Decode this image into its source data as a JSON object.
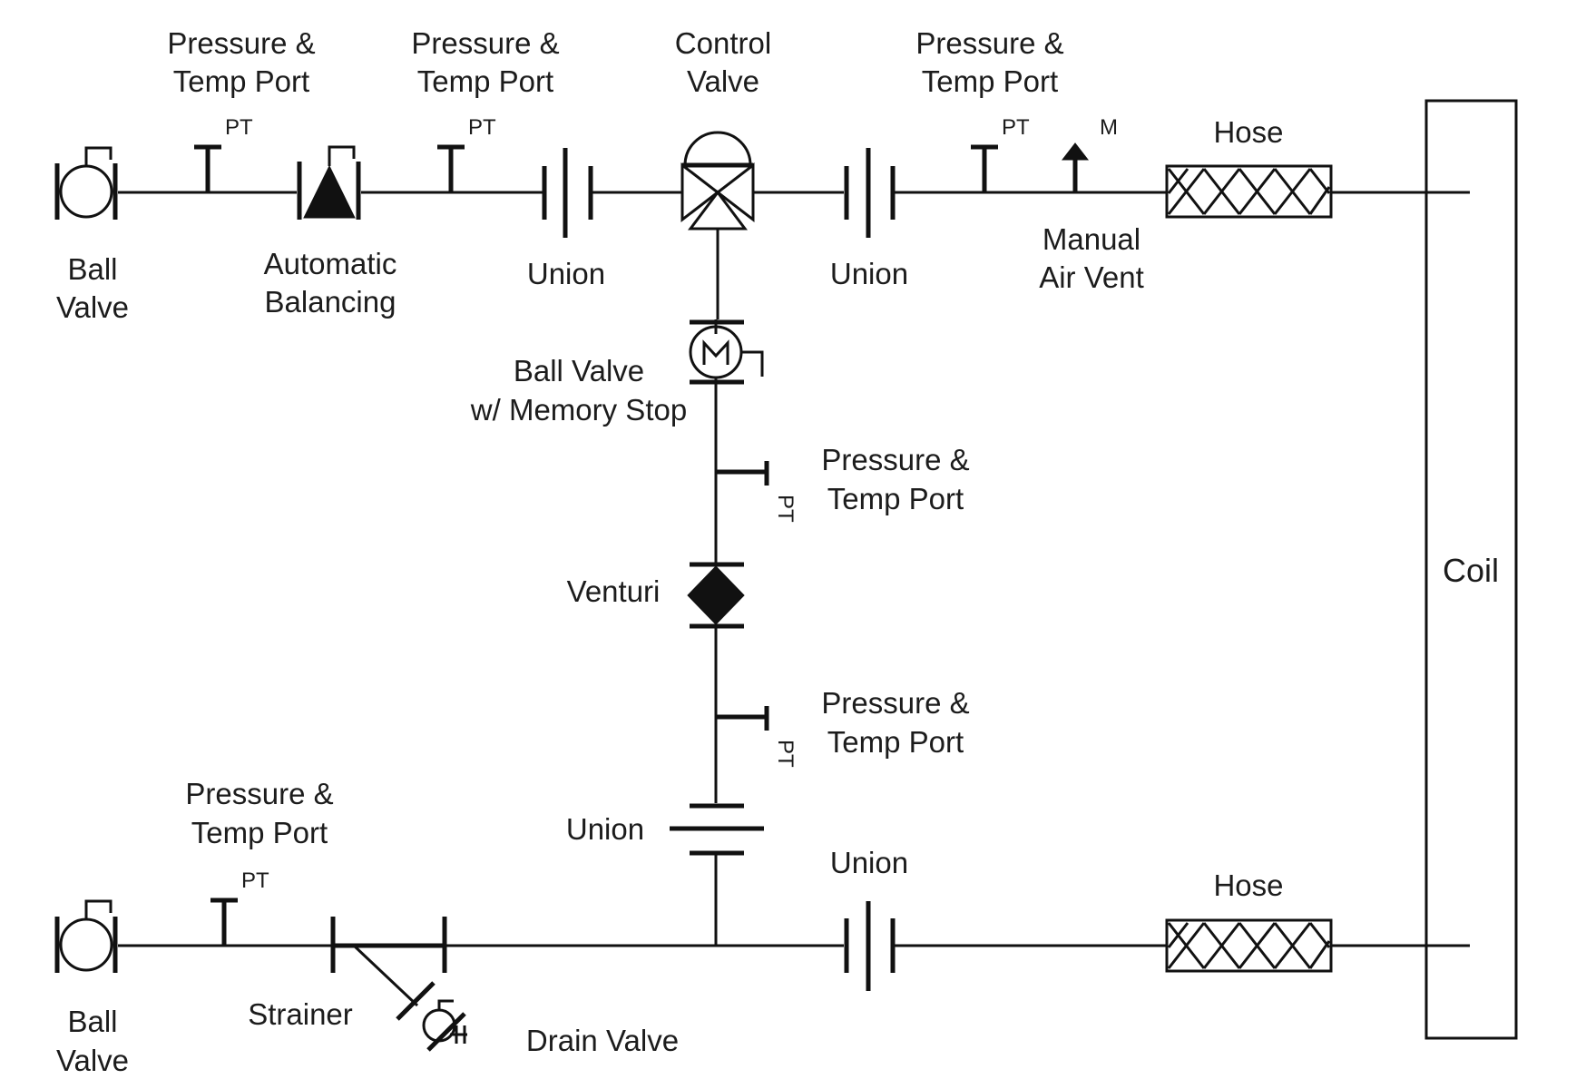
{
  "labels": {
    "pt_port_1": [
      "Pressure &",
      "Temp Port"
    ],
    "pt_port_2": [
      "Pressure &",
      "Temp Port"
    ],
    "control_valve": [
      "Control",
      "Valve"
    ],
    "pt_port_3": [
      "Pressure &",
      "Temp Port"
    ],
    "hose_top": "Hose",
    "ball_valve_top": [
      "Ball",
      "Valve"
    ],
    "automatic_balancing": [
      "Automatic",
      "Balancing"
    ],
    "union_top_1": "Union",
    "union_top_2": "Union",
    "manual_air_vent": [
      "Manual",
      "Air Vent"
    ],
    "ball_valve_memory_stop": [
      "Ball Valve",
      "w/ Memory Stop"
    ],
    "pt_port_bypass_upper": [
      "Pressure &",
      "Temp Port"
    ],
    "venturi": "Venturi",
    "pt_port_bypass_lower": [
      "Pressure &",
      "Temp Port"
    ],
    "union_bypass": "Union",
    "pt_port_bottom": [
      "Pressure &",
      "Temp Port"
    ],
    "union_bottom": "Union",
    "hose_bottom": "Hose",
    "ball_valve_bottom": [
      "Ball",
      "Valve"
    ],
    "strainer": "Strainer",
    "drain_valve": "Drain Valve",
    "coil": "Coil"
  },
  "tags": {
    "pt": "PT",
    "m": "M"
  }
}
